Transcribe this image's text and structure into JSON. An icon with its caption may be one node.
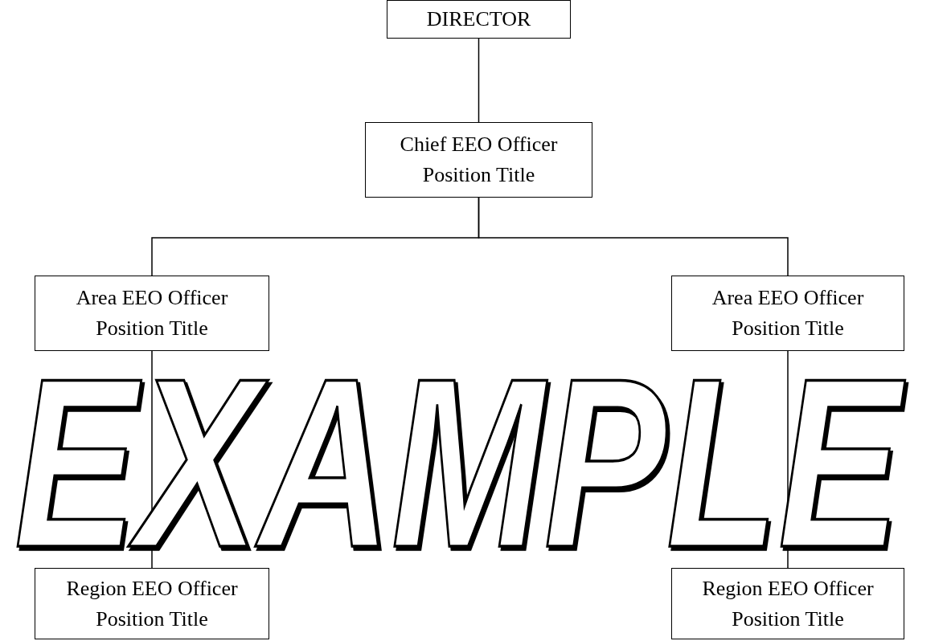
{
  "diagram": {
    "nodes": [
      {
        "text": [
          "DIRECTOR"
        ]
      },
      {
        "text": [
          "Chief EEO Officer Position Title"
        ]
      },
      {
        "text": [
          "Area EEO Officer Position Title"
        ]
      },
      {
        "text": [
          "Area EEO Officer Position Title"
        ]
      },
      {
        "text": [
          "Region EEO Officer Position Title"
        ]
      },
      {
        "text": [
          "Region EEO Officer Position Title"
        ]
      }
    ],
    "edges": [
      {
        "from": 0,
        "to": 1,
        "arrow": "none"
      },
      {
        "from": 1,
        "to": 2,
        "arrow": "none"
      },
      {
        "from": 1,
        "to": 3,
        "arrow": "none"
      },
      {
        "from": 2,
        "to": 4,
        "arrow": "none"
      },
      {
        "from": 3,
        "to": 5,
        "arrow": "none"
      }
    ],
    "labels": [
      "EXAMPLE"
    ]
  }
}
